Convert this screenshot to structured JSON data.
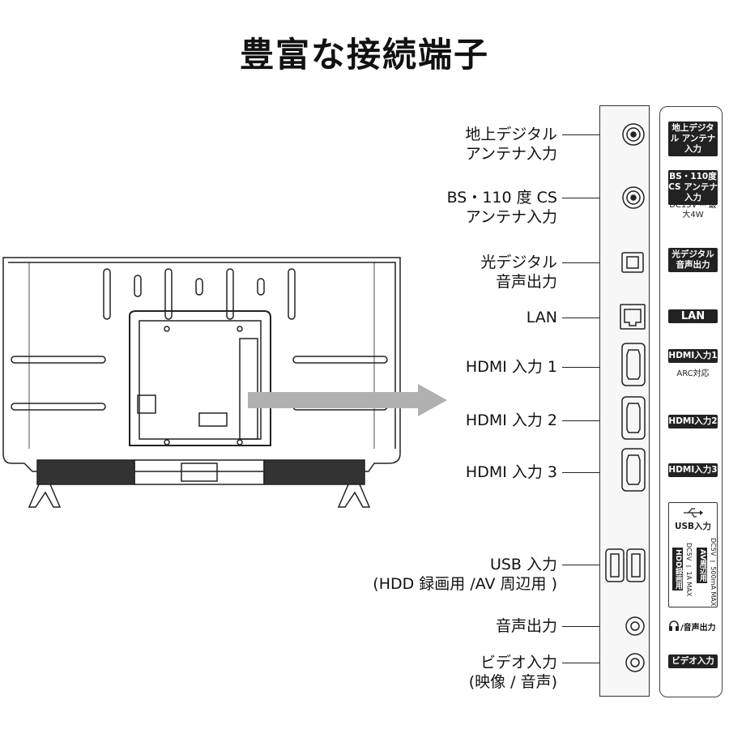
{
  "title": "豊富な接続端子",
  "ports": [
    {
      "line1": "地上デジタル",
      "line2": "アンテナ入力",
      "icon": "coax-connector-icon"
    },
    {
      "line1": "BS・110 度 CS",
      "line2": "アンテナ入力",
      "icon": "coax-connector-icon"
    },
    {
      "line1": "光デジタル",
      "line2": "音声出力",
      "icon": "optical-port-icon"
    },
    {
      "line1": "LAN",
      "line2": "",
      "icon": "lan-port-icon"
    },
    {
      "line1": "HDMI 入力 1",
      "line2": "",
      "icon": "hdmi-port-icon"
    },
    {
      "line1": "HDMI 入力 2",
      "line2": "",
      "icon": "hdmi-port-icon"
    },
    {
      "line1": "HDMI 入力 3",
      "line2": "",
      "icon": "hdmi-port-icon"
    },
    {
      "line1": "USB 入力",
      "line2": "(HDD 録画用 /AV 周辺用 )",
      "icon": "usb-port-icon"
    },
    {
      "line1": "音声出力",
      "line2": "",
      "icon": "audio-jack-icon"
    },
    {
      "line1": "ビデオ入力",
      "line2": "(映像 / 音声)",
      "icon": "video-jack-icon"
    }
  ],
  "board": {
    "terrestrial": "地上デジタル アンテナ入力",
    "bs": "BS・110度CS アンテナ入力",
    "bs_power": "DC15V ⎓ 最大4W",
    "optical": "光デジタル 音声出力",
    "lan": "LAN",
    "hdmi1": "HDMI入力1",
    "hdmi1_sub": "ARC対応",
    "hdmi2": "HDMI入力2",
    "hdmi3": "HDMI入力3",
    "usb": "USB入力",
    "usb_hdd": "HDD録画用",
    "usb_hdd_power": "DC5V ⎓ 1A MAX",
    "usb_av": "AV周辺用",
    "usb_av_power": "DC5V ⎓ 500mA MAX",
    "audio_out": "/音声出力",
    "video_in": "ビデオ入力"
  },
  "colors": {
    "arrow": "#b0b0b0",
    "line": "#222222",
    "label_bg": "#222222"
  }
}
